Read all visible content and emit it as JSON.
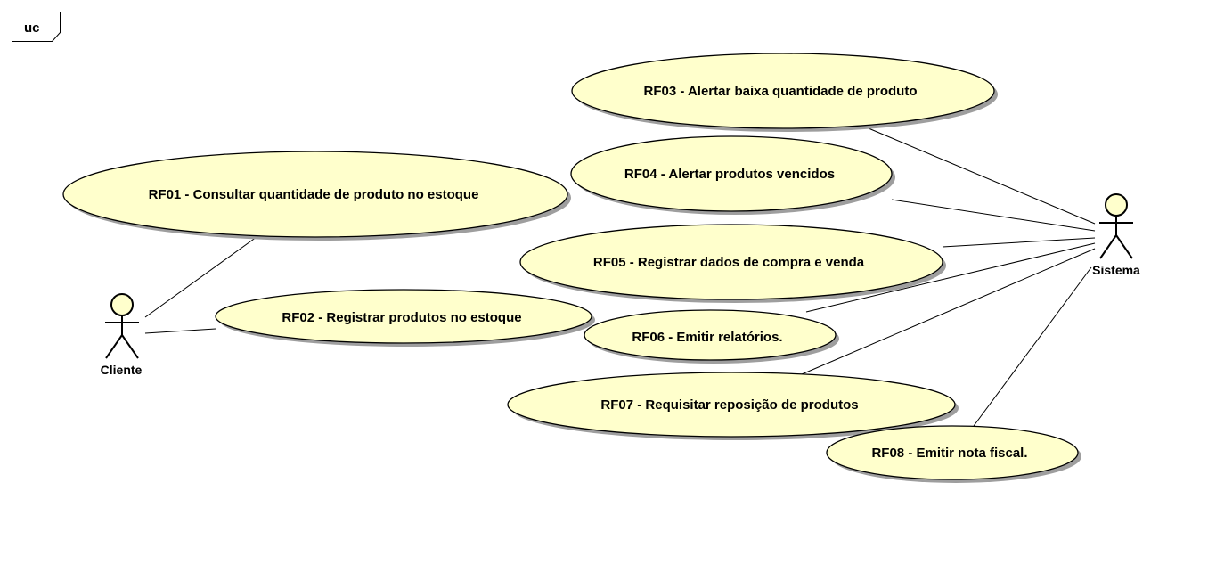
{
  "frame": {
    "label": "uc"
  },
  "actors": {
    "cliente": {
      "name": "Cliente"
    },
    "sistema": {
      "name": "Sistema"
    }
  },
  "use_cases": {
    "rf01": "RF01 - Consultar quantidade de produto no estoque",
    "rf02": "RF02 - Registrar produtos no estoque",
    "rf03": "RF03 - Alertar baixa quantidade de produto",
    "rf04": "RF04 - Alertar produtos vencidos",
    "rf05": "RF05 - Registrar dados de compra e venda",
    "rf06": "RF06 - Emitir relatórios.",
    "rf07": "RF07 - Requisitar reposição de produtos",
    "rf08": "RF08 - Emitir nota fiscal."
  },
  "colors": {
    "use_case_fill": "#ffffcc",
    "actor_head_fill": "#ffffcc",
    "stroke": "#000000",
    "shadow": "#9e9e9e"
  }
}
